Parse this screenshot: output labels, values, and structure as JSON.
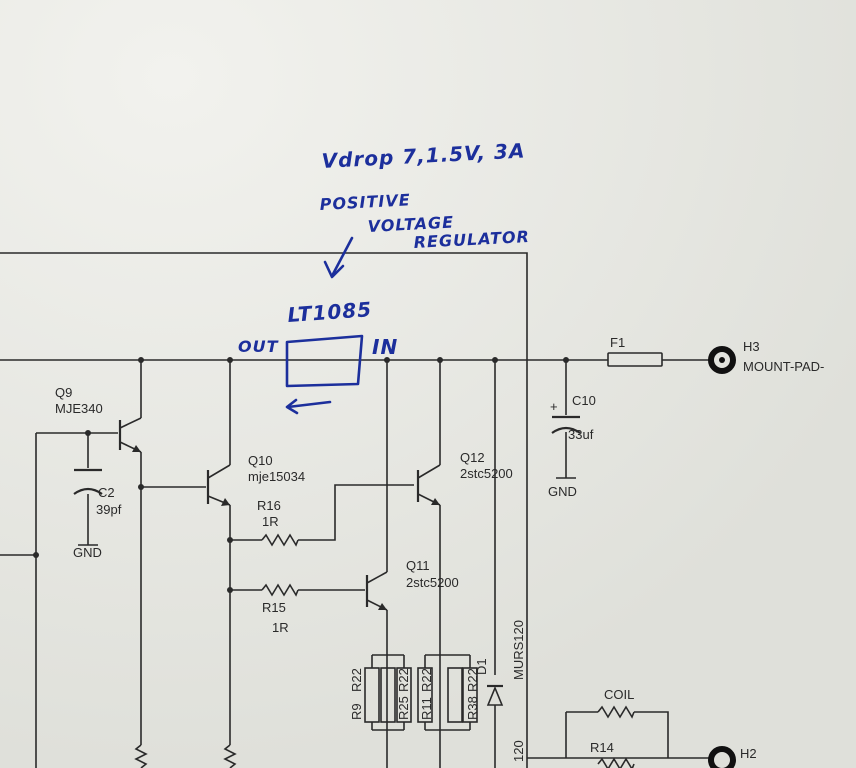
{
  "annotations": {
    "vdrop": "Vdrop 7,1.5V, 3A",
    "positive": "POSITIVE",
    "voltage": "VOLTAGE",
    "regulator": "REGULATOR",
    "part": "LT1085",
    "out": "OUT",
    "in": "IN"
  },
  "components": {
    "q9": {
      "ref": "Q9",
      "value": "MJE340"
    },
    "c2": {
      "ref": "C2",
      "value": "39pf",
      "gnd": "GND"
    },
    "q10": {
      "ref": "Q10",
      "value": "mje15034"
    },
    "r16": {
      "ref": "R16",
      "value": "1R"
    },
    "r15": {
      "ref": "R15",
      "value": "1R"
    },
    "q11": {
      "ref": "Q11",
      "value": "2stc5200"
    },
    "q12": {
      "ref": "Q12",
      "value": "2stc5200"
    },
    "c10": {
      "ref": "C10",
      "value": "33uf",
      "gnd": "GND",
      "plus": "+"
    },
    "f1": {
      "ref": "F1"
    },
    "h3": {
      "ref": "H3",
      "value": "MOUNT-PAD-"
    },
    "r9": {
      "ref": "R9"
    },
    "r22a": {
      "ref": "R22"
    },
    "r25": {
      "ref": "R25"
    },
    "r22b": {
      "ref": "R22"
    },
    "r11": {
      "ref": "R11"
    },
    "r22c": {
      "ref": "R22"
    },
    "r38": {
      "ref": "R38"
    },
    "r22d": {
      "ref": "R22"
    },
    "d1": {
      "ref": "D1",
      "value": "MURS120",
      "value2": "120"
    },
    "coil": {
      "ref": "COIL"
    },
    "r14": {
      "ref": "R14"
    },
    "h2": {
      "ref": "H2"
    }
  }
}
